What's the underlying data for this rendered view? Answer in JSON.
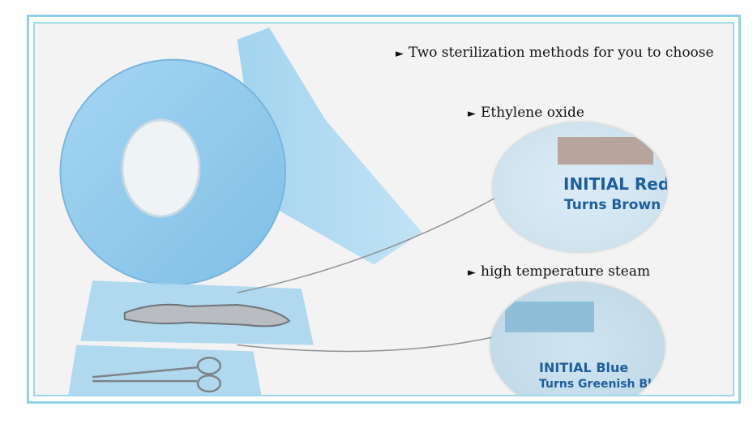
{
  "headline": "Two sterilization methods for you to choose",
  "methods": [
    {
      "label": "Ethylene oxide",
      "indicator_line1": "INITIAL Red",
      "indicator_line2": "Turns Brown"
    },
    {
      "label": "high temperature steam",
      "indicator_line1": "INITIAL Blue",
      "indicator_line2": "Turns Greenish Black"
    }
  ],
  "bullet": "►",
  "colors": {
    "frame": "#8fd0ec",
    "roll": "#8fc9ec",
    "indicator_text": "#1d5f9c"
  }
}
